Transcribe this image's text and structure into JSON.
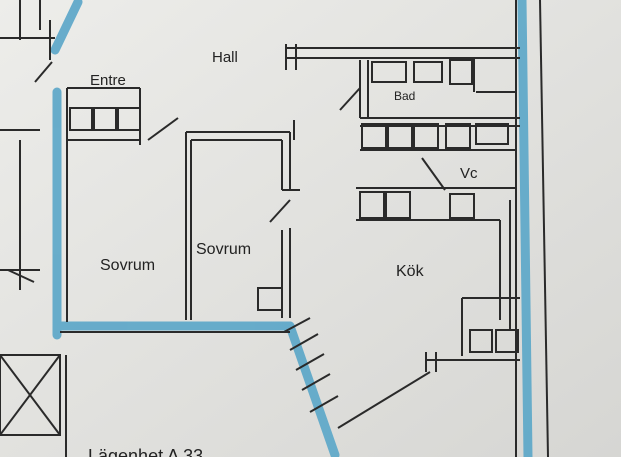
{
  "rooms": {
    "hall": "Hall",
    "entre": "Entre",
    "bad": "Bad",
    "vc": "Vc",
    "sovrum_left": "Sovrum",
    "sovrum_right": "Sovrum",
    "kok": "Kök"
  },
  "footer_caption": "Lägenhet A 33",
  "colors": {
    "paper": "#e6e6e3",
    "ink": "#2a2a2a",
    "wall_highlight": "#5aa6c8"
  }
}
